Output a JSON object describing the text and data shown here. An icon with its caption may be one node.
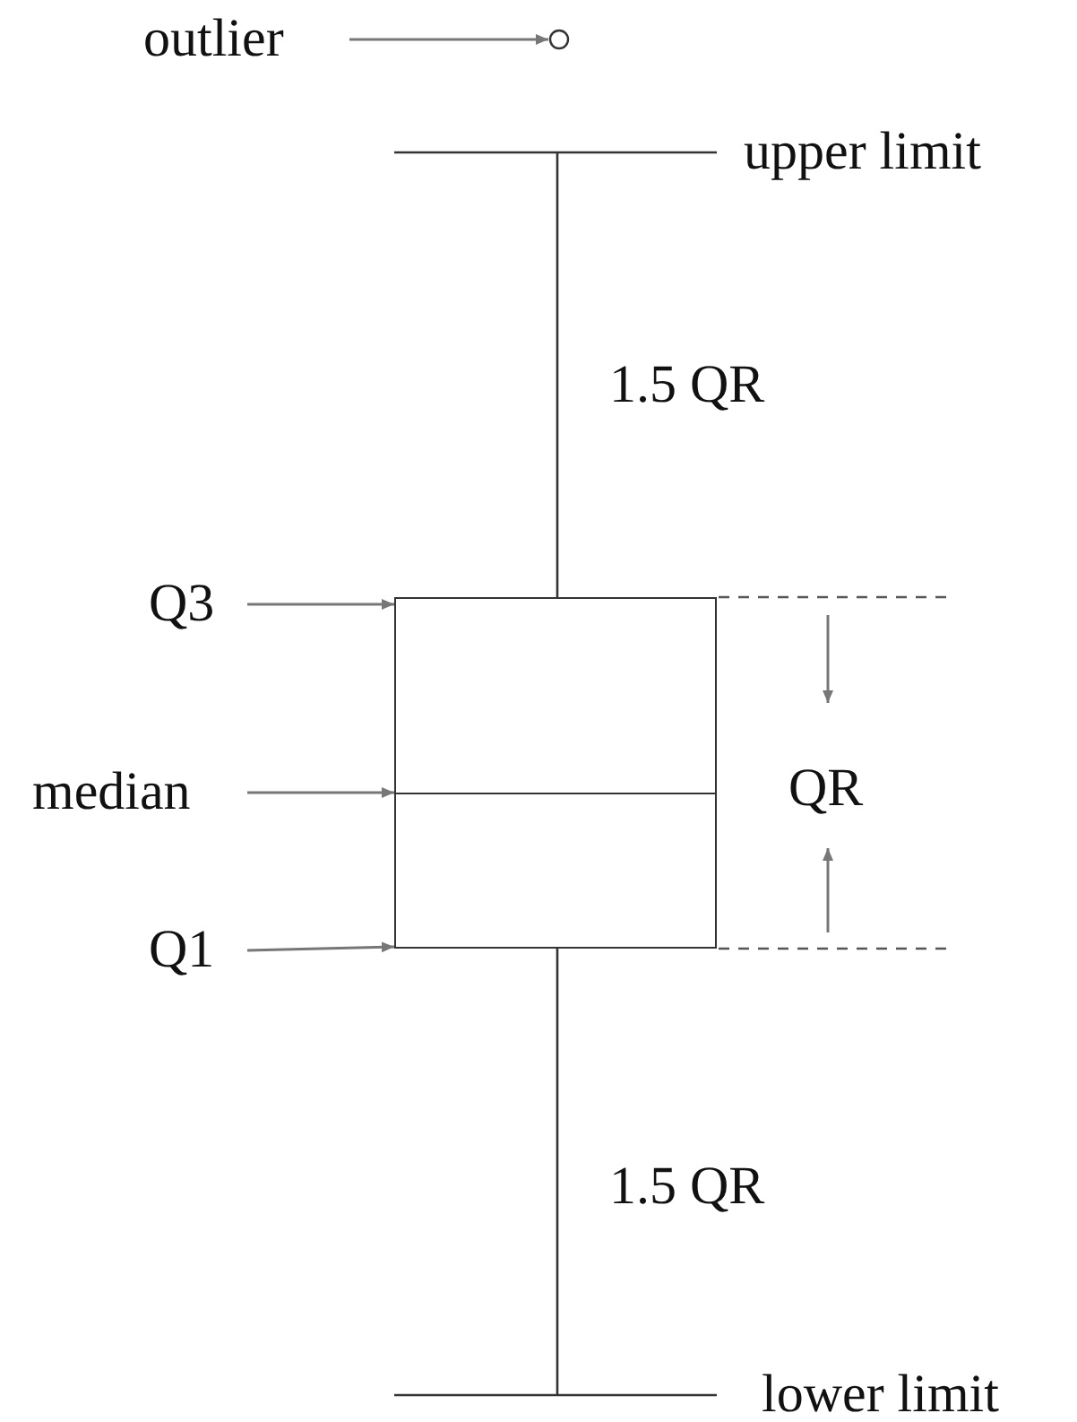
{
  "diagram": {
    "nodes": [
      {
        "text": [
          "outlier"
        ]
      },
      {
        "text": [],
        "shape": "circle"
      },
      {
        "text": [
          "Q3"
        ]
      },
      {
        "text": [
          "median"
        ]
      },
      {
        "text": [
          "Q1"
        ]
      },
      {
        "text": [],
        "shape": "box"
      }
    ],
    "edges": [
      {
        "from": 0,
        "to": 1,
        "arrow": "to"
      },
      {
        "from": 2,
        "to": 5,
        "arrow": "to"
      },
      {
        "from": 3,
        "to": 5,
        "arrow": "to"
      },
      {
        "from": 4,
        "to": 5,
        "arrow": "to"
      }
    ],
    "labels": [
      "upper limit",
      "1.5 QR",
      "QR",
      "1.5 QR",
      "lower limit"
    ]
  }
}
